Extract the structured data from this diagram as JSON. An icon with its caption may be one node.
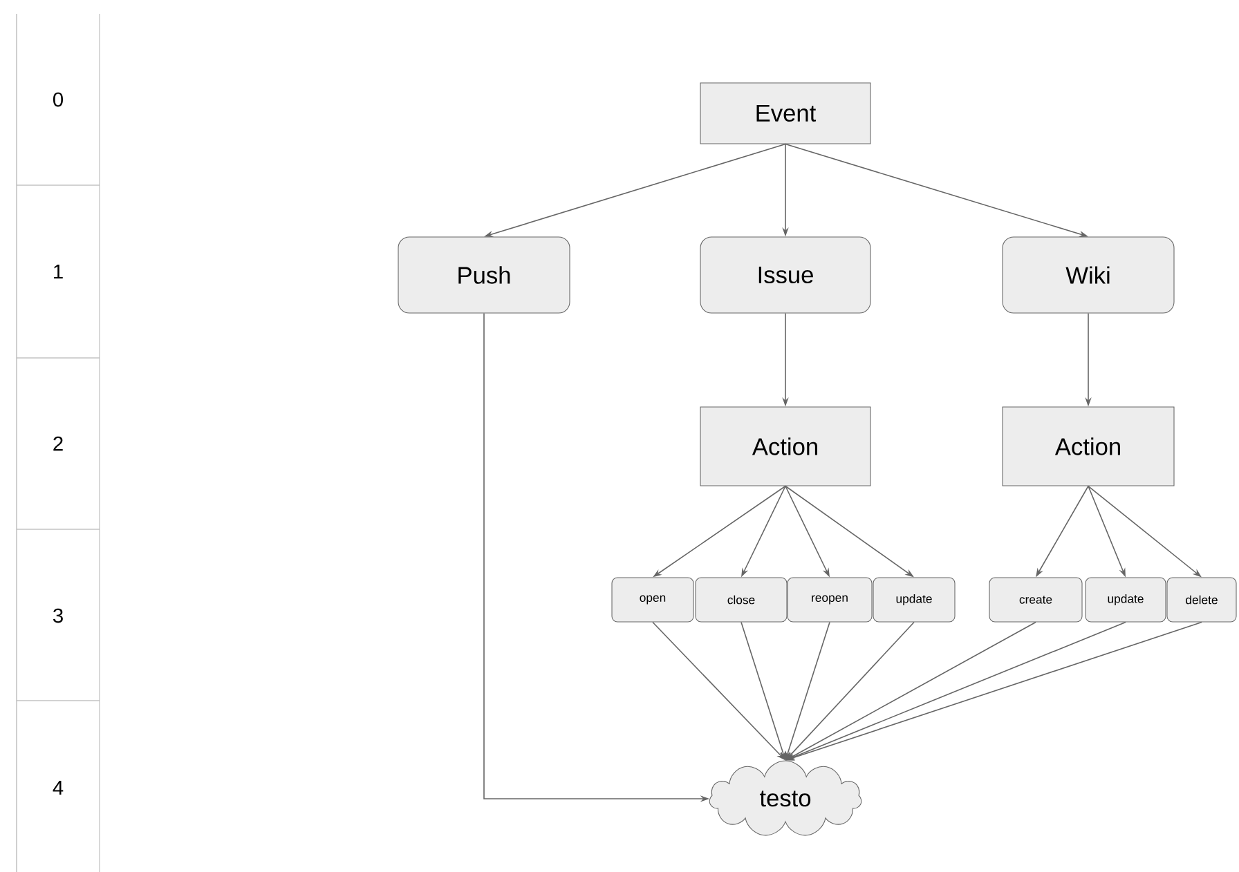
{
  "diagram": {
    "nodes": [
      {
        "text": [
          "Event"
        ]
      },
      {
        "text": [
          "Push"
        ]
      },
      {
        "text": [
          "Issue"
        ]
      },
      {
        "text": [
          "Wiki"
        ]
      },
      {
        "text": [
          "Action"
        ]
      },
      {
        "text": [
          "Action"
        ]
      },
      {
        "text": [
          "open"
        ]
      },
      {
        "text": [
          "close"
        ]
      },
      {
        "text": [
          "reopen"
        ]
      },
      {
        "text": [
          "update"
        ]
      },
      {
        "text": [
          "create"
        ]
      },
      {
        "text": [
          "update"
        ]
      },
      {
        "text": [
          "delete"
        ]
      },
      {
        "text": [
          "testo"
        ]
      }
    ],
    "edges": [
      {
        "from": 0,
        "to": 1,
        "arrow": "to"
      },
      {
        "from": 0,
        "to": 2,
        "arrow": "to"
      },
      {
        "from": 0,
        "to": 3,
        "arrow": "to"
      },
      {
        "from": 2,
        "to": 4,
        "arrow": "to"
      },
      {
        "from": 3,
        "to": 5,
        "arrow": "to"
      },
      {
        "from": 4,
        "to": 6,
        "arrow": "to"
      },
      {
        "from": 4,
        "to": 7,
        "arrow": "to"
      },
      {
        "from": 4,
        "to": 8,
        "arrow": "to"
      },
      {
        "from": 4,
        "to": 9,
        "arrow": "to"
      },
      {
        "from": 5,
        "to": 10,
        "arrow": "to"
      },
      {
        "from": 5,
        "to": 11,
        "arrow": "to"
      },
      {
        "from": 5,
        "to": 12,
        "arrow": "to"
      },
      {
        "from": 6,
        "to": 13,
        "arrow": "to"
      },
      {
        "from": 7,
        "to": 13,
        "arrow": "to"
      },
      {
        "from": 8,
        "to": 13,
        "arrow": "to"
      },
      {
        "from": 9,
        "to": 13,
        "arrow": "to"
      },
      {
        "from": 10,
        "to": 13,
        "arrow": "to"
      },
      {
        "from": 11,
        "to": 13,
        "arrow": "to"
      },
      {
        "from": 12,
        "to": 13,
        "arrow": "to"
      },
      {
        "from": 1,
        "to": 13,
        "arrow": "to"
      }
    ],
    "labels": [
      "0",
      "1",
      "2",
      "3",
      "4"
    ]
  }
}
